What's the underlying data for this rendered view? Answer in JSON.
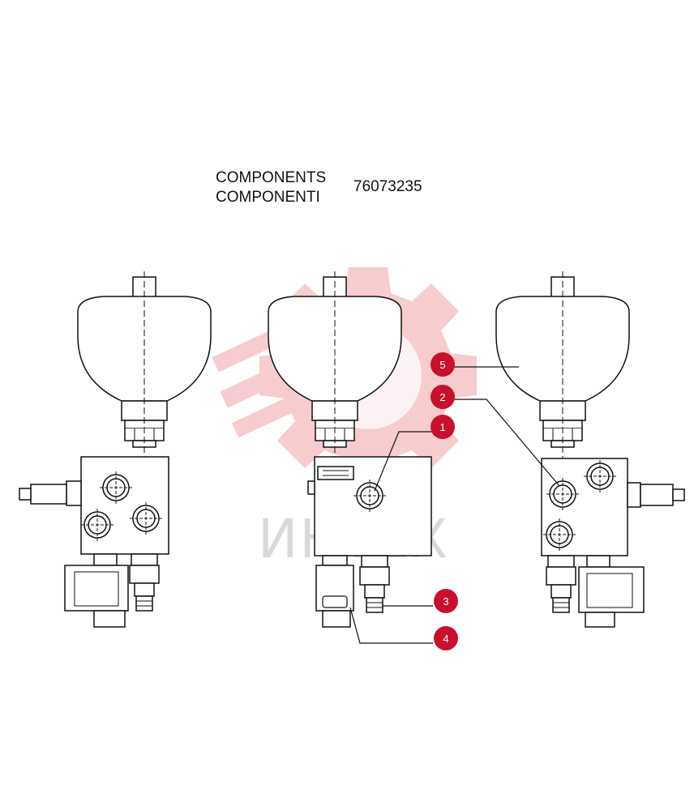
{
  "header": {
    "title_en": "COMPONENTS",
    "title_it": "COMPONENTI",
    "part_number": "76073235"
  },
  "watermark": {
    "text": "ИНТЕХ",
    "color": "#f3b7bb"
  },
  "callouts": [
    {
      "id": "1",
      "label": "1"
    },
    {
      "id": "2",
      "label": "2"
    },
    {
      "id": "3",
      "label": "3"
    },
    {
      "id": "4",
      "label": "4"
    },
    {
      "id": "5",
      "label": "5"
    }
  ],
  "colors": {
    "callout": "#c8102e",
    "line": "#111111"
  }
}
